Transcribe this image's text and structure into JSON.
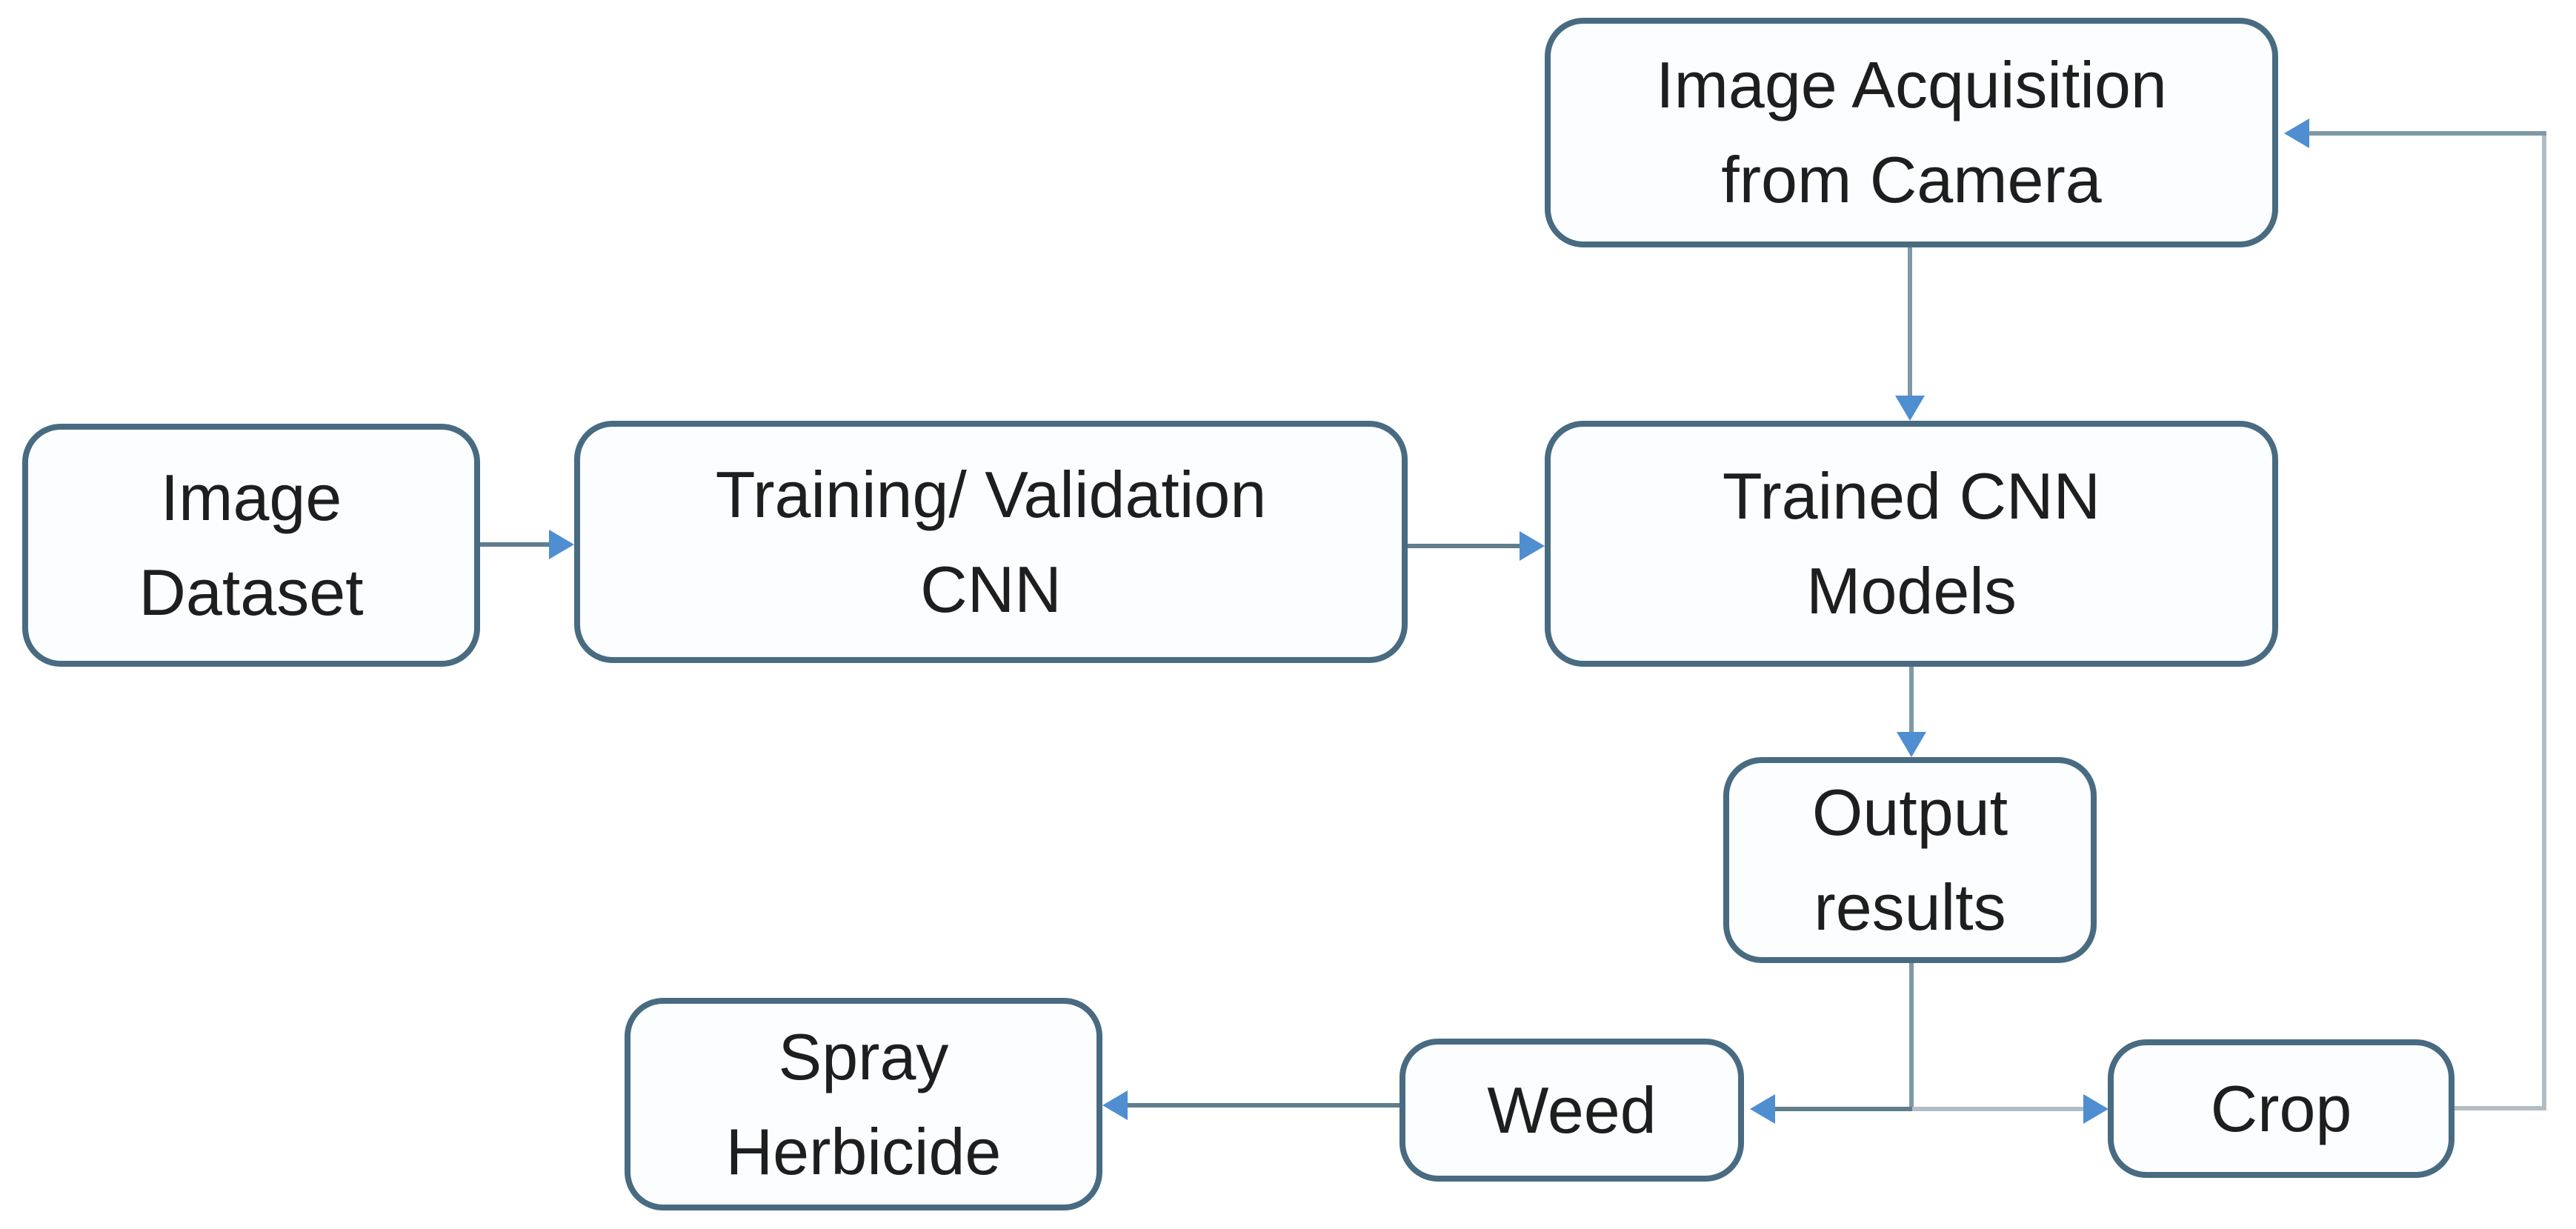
{
  "diagram": {
    "type": "flowchart",
    "nodes": [
      {
        "id": "image-acquisition",
        "label": "Image Acquisition\nfrom Camera"
      },
      {
        "id": "image-dataset",
        "label": "Image\nDataset"
      },
      {
        "id": "training-validation",
        "label": "Training/ Validation\nCNN"
      },
      {
        "id": "trained-cnn-models",
        "label": "Trained CNN\nModels"
      },
      {
        "id": "output-results",
        "label": "Output\nresults"
      },
      {
        "id": "spray-herbicide",
        "label": "Spray\nHerbicide"
      },
      {
        "id": "weed",
        "label": "Weed"
      },
      {
        "id": "crop",
        "label": "Crop"
      }
    ],
    "edges": [
      {
        "from": "image-dataset",
        "to": "training-validation"
      },
      {
        "from": "training-validation",
        "to": "trained-cnn-models"
      },
      {
        "from": "image-acquisition",
        "to": "trained-cnn-models"
      },
      {
        "from": "trained-cnn-models",
        "to": "output-results"
      },
      {
        "from": "output-results",
        "to": "weed"
      },
      {
        "from": "output-results",
        "to": "crop"
      },
      {
        "from": "weed",
        "to": "spray-herbicide"
      },
      {
        "from": "crop",
        "to": "image-acquisition"
      }
    ],
    "colors": {
      "border": "#486b81",
      "fill": "#fcfdff",
      "text": "#1e1e1e",
      "connector": "#5f7d8c",
      "connector_mid": "#7f99a6",
      "connector_light": "#b3bdc3",
      "arrowhead": "#4f8ed0",
      "background": "#ffffff"
    }
  }
}
